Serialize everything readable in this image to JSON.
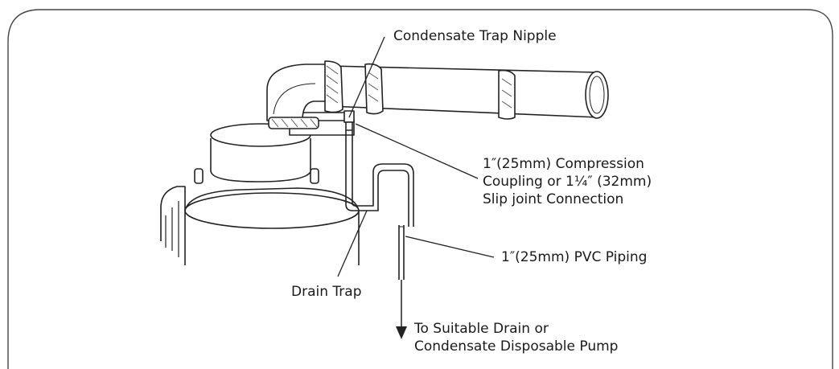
{
  "diagram": {
    "labels": {
      "condensate_trap_nipple": "Condensate Trap Nipple",
      "compression_coupling": [
        "1″(25mm) Compression",
        "Coupling or 1¼″ (32mm)",
        "Slip joint Connection"
      ],
      "pvc_piping": "1″(25mm) PVC Piping",
      "drain_trap": "Drain Trap",
      "drain_destination": [
        "To Suitable Drain or",
        "Condensate Disposable Pump"
      ]
    },
    "colors": {
      "line": "#222222",
      "text": "#1a1a1a",
      "hatch": "#555555"
    }
  }
}
